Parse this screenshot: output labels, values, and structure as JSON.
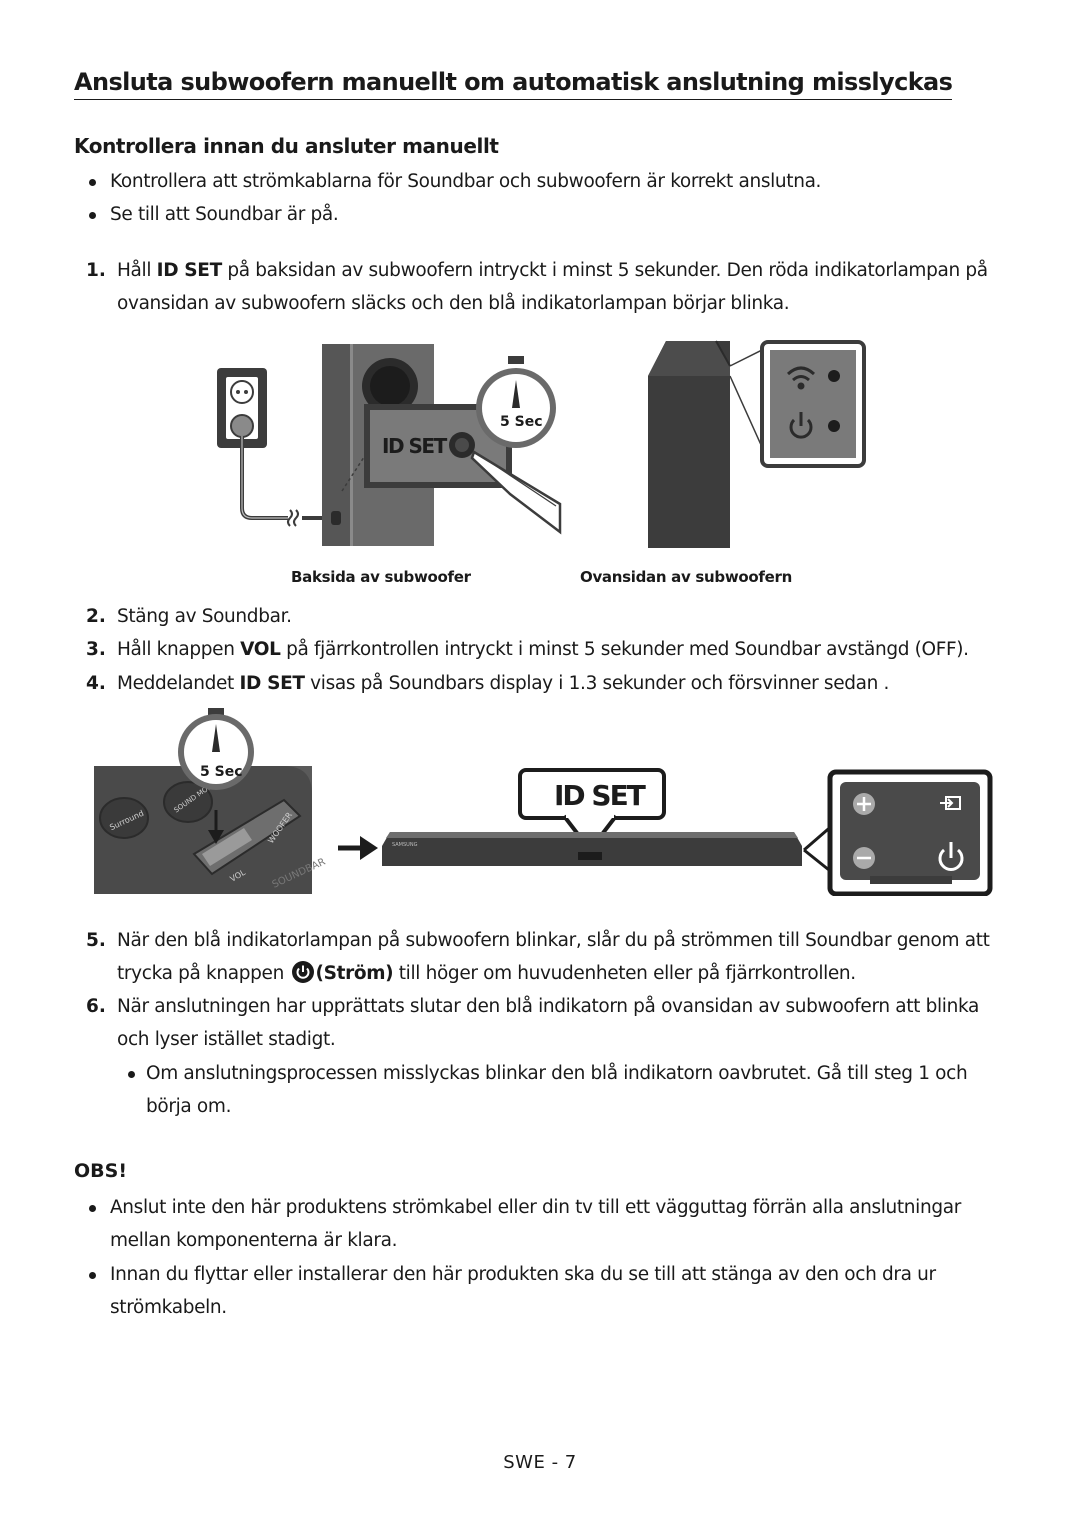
{
  "title": "Ansluta subwoofern manuellt om automatisk anslutning misslyckas",
  "subtitle": "Kontrollera innan du ansluter manuellt",
  "checks": [
    "Kontrollera att strömkablarna för Soundbar och subwoofern är korrekt anslutna.",
    "Se till att Soundbar är på."
  ],
  "steps": {
    "s1": {
      "num": "1.",
      "pre": "Håll ",
      "bold": "ID SET",
      "post": " på baksidan av subwoofern intryckt i minst 5 sekunder. Den röda indikatorlampan på",
      "cont": "ovansidan av subwoofern släcks och den blå indikatorlampan börjar blinka."
    },
    "s2": {
      "num": "2.",
      "text": "Stäng av Soundbar."
    },
    "s3": {
      "num": "3.",
      "pre": "Håll knappen ",
      "bold": "VOL",
      "post": " på fjärrkontrollen intryckt i minst 5 sekunder med Soundbar avstängd (OFF)."
    },
    "s4": {
      "num": "4.",
      "pre": "Meddelandet ",
      "bold": "ID SET",
      "post": " visas på Soundbars display i 1.3 sekunder och försvinner sedan ."
    },
    "s5": {
      "num": "5.",
      "line1": "När den blå indikatorlampan på subwoofern blinkar, slår du på strömmen till Soundbar genom att",
      "pre": "trycka på knappen ",
      "bold": "(Ström)",
      "post": " till höger om huvudenheten eller på fjärrkontrollen."
    },
    "s6": {
      "num": "6.",
      "line1": "När anslutningen har upprättats slutar den blå indikatorn på ovansidan av subwoofern att blinka",
      "line2": "och lyser istället stadigt.",
      "sub1": "Om anslutningsprocessen misslyckas blinkar den blå indikatorn oavbrutet. Gå till steg 1 och",
      "sub2": "börja om."
    }
  },
  "figure1": {
    "id_set_label": "ID SET",
    "timer_label": "5 Sec",
    "caption_back": "Baksida av subwoofer",
    "caption_top": "Ovansidan av subwoofern"
  },
  "figure2": {
    "timer_label": "5 Sec",
    "remote_labels": [
      "Surround",
      "SOUND MODE",
      "WOOFER",
      "VOL",
      "SOUNDBAR"
    ],
    "display_label": "ID SET",
    "brand": "SAMSUNG"
  },
  "obs": {
    "heading": "OBS!",
    "notes": [
      {
        "l1": "Anslut inte den här produktens strömkabel eller din tv till ett vägguttag förrän alla anslutningar",
        "l2": "mellan komponenterna är klara."
      },
      {
        "l1": "Innan du flyttar eller installerar den här produkten ska du se till att stänga av den och dra ur",
        "l2": "strömkabeln."
      }
    ]
  },
  "page_number": "SWE - 7",
  "colors": {
    "text": "#1a1a1a",
    "device_dark": "#3c3c3c",
    "panel_grey": "#6b6b6b",
    "indicator_panel": "#7a7a7a"
  }
}
